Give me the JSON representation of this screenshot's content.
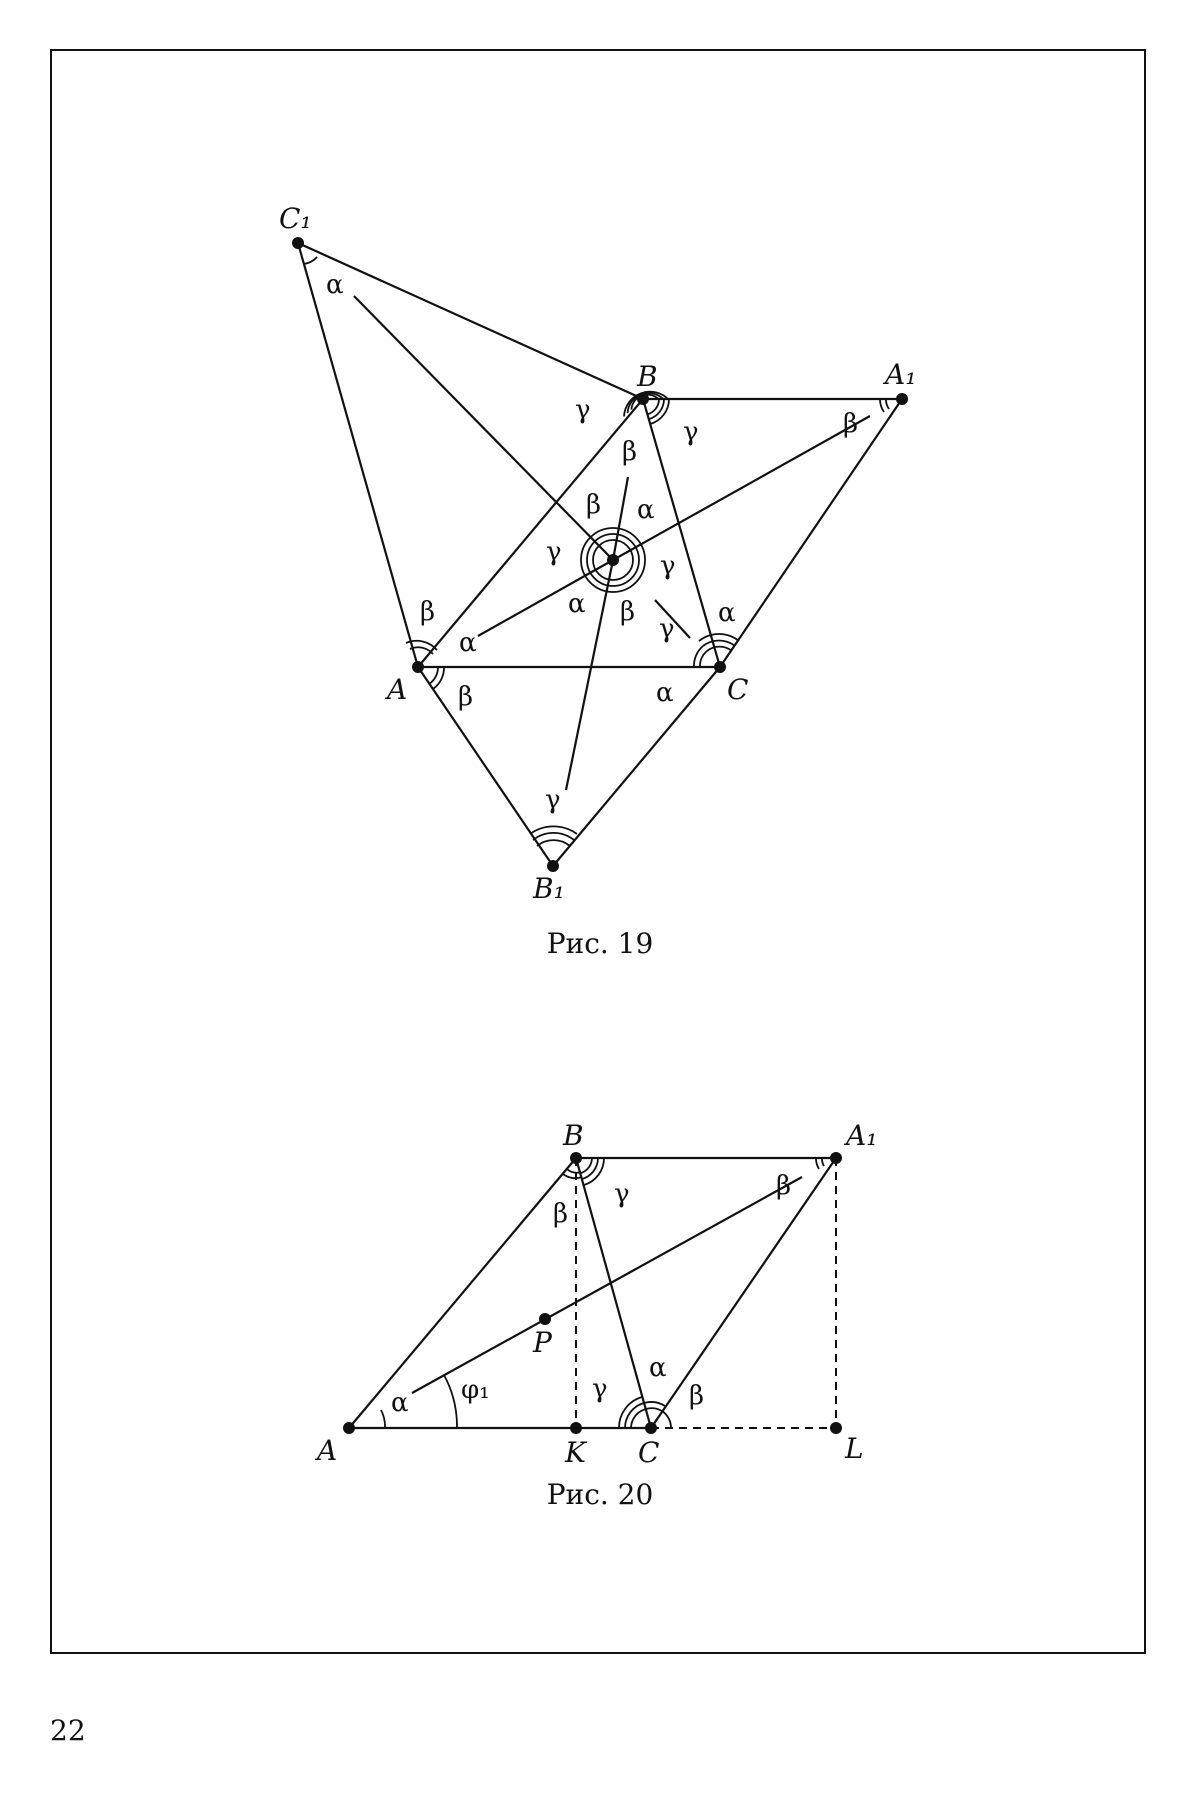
{
  "page_number": "22",
  "figure19": {
    "caption": "Рис. 19",
    "vertices": [
      "C₁",
      "B",
      "A₁",
      "A",
      "C",
      "B₁"
    ],
    "angle_labels": [
      "α",
      "γ",
      "γ",
      "β",
      "β",
      "β",
      "α",
      "γ",
      "γ",
      "α",
      "β",
      "β",
      "γ",
      "α",
      "β",
      "α",
      "α",
      "γ"
    ]
  },
  "figure20": {
    "caption": "Рис. 20",
    "vertices": [
      "B",
      "A₁",
      "P",
      "A",
      "K",
      "C",
      "L"
    ],
    "angle_labels": [
      "β",
      "γ",
      "β",
      "α",
      "φ₁",
      "γ",
      "α",
      "β"
    ]
  }
}
